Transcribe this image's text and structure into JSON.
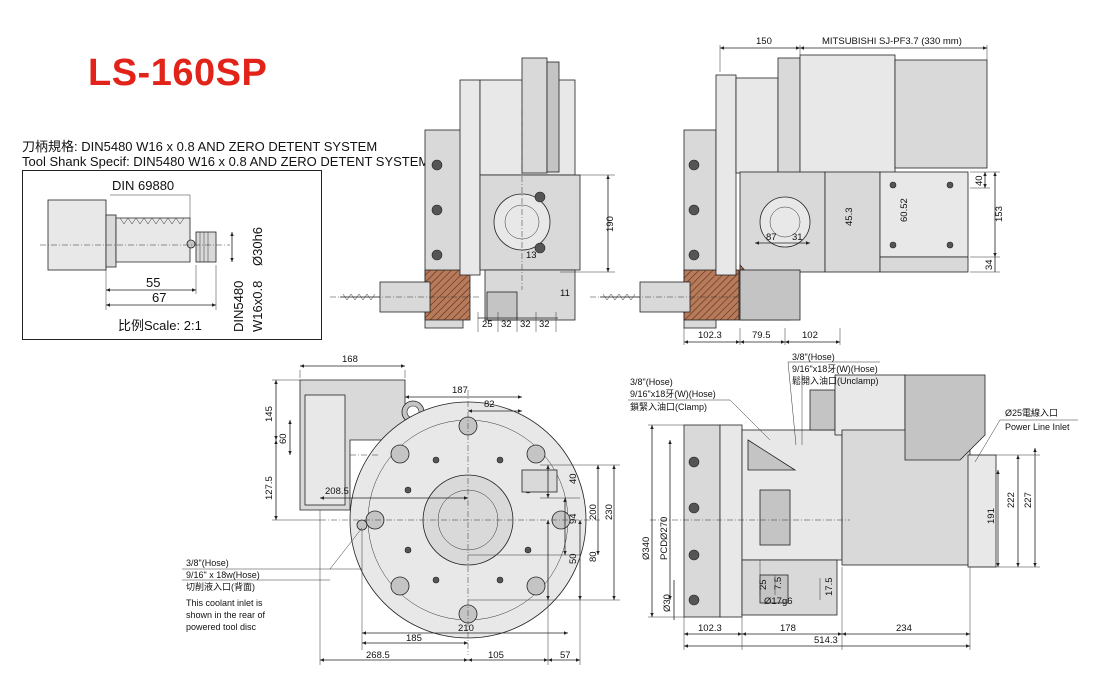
{
  "title": "LS-160SP",
  "spec": {
    "line1": "刀柄規格: DIN5480 W16 x 0.8 AND ZERO DETENT SYSTEM",
    "line2": "Tool Shank Specif: DIN5480 W16 x 0.8 AND ZERO DETENT SYSTEM"
  },
  "shank_box": {
    "din": "DIN 69880",
    "dim_55": "55",
    "dim_67": "67",
    "dia_30": "Ø30h6",
    "spline_a": "DIN5480",
    "spline_b": "W16x0.8",
    "scale": "比例Scale: 2:1"
  },
  "top_mid": {
    "d190": "190",
    "d13": "13",
    "d11": "11",
    "d25": "25",
    "d32a": "32",
    "d32b": "32",
    "d32c": "32"
  },
  "top_right": {
    "d150": "150",
    "motor": "MITSUBISHI SJ-PF3.7 (330 mm)",
    "d40": "40",
    "d153": "153",
    "d34": "34",
    "d6052": "60.52",
    "d453": "45.3",
    "d87": "87",
    "d31": "31",
    "d1023": "102.3",
    "d795": "79.5",
    "d102": "102"
  },
  "bottom_left": {
    "d168": "168",
    "d187": "187",
    "d82": "82",
    "d145": "145",
    "d60": "60",
    "d1275": "127.5",
    "d2085": "208.5",
    "d40": "40",
    "d94": "94",
    "d200": "200",
    "d230": "230",
    "d50": "50",
    "d80": "80",
    "d185": "185",
    "d210": "210",
    "d2685": "268.5",
    "d105": "105",
    "d57": "57",
    "note1": "3/8\"(Hose)",
    "note2": "9/16\" x 18w(Hose)",
    "note3": "切削液入口(背面)",
    "note4": "This coolant inlet is",
    "note5": "shown in the rear of",
    "note6": "powered tool disc"
  },
  "bottom_right": {
    "u1": "3/8\"(Hose)",
    "u2": "9/16\"x18牙(W)(Hose)",
    "u3": "鬆開入油口(Unclamp)",
    "c1": "3/8\"(Hose)",
    "c2": "9/16\"x18牙(W)(Hose)",
    "c3": "鎖緊入油口(Clamp)",
    "p1": "Ø25電線入口",
    "p2": "Power Line Inlet",
    "d340": "Ø340",
    "pcd": "PCDØ270",
    "d30": "Ø30",
    "d25": "25",
    "d75": "7.5",
    "d175": "17.5",
    "d17": "Ø17g6",
    "d191": "191",
    "d222": "222",
    "d227": "227",
    "d1023": "102.3",
    "d178": "178",
    "d234": "234",
    "d5143": "514.3"
  }
}
